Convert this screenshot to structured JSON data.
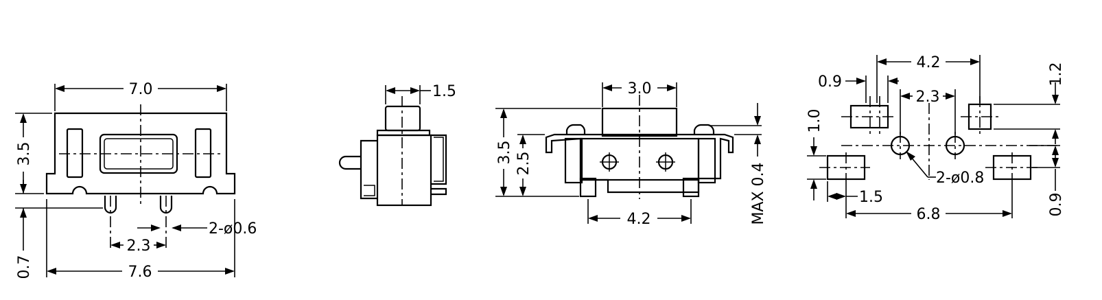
{
  "colors": {
    "stroke": "#000000",
    "background": "#ffffff"
  },
  "front_view": {
    "width": "7.0",
    "height": "3.5",
    "lead_offset": "0.7",
    "base_width": "7.6",
    "pitch": "2.3",
    "pin_note": "2-ø0.6"
  },
  "side_view": {
    "actuator": "1.5"
  },
  "top_view": {
    "actuator_width": "3.0",
    "height": "3.5",
    "body_height": "2.5",
    "max_label": "MAX 0.4",
    "pitch": "4.2"
  },
  "footprint": {
    "pad_width": "0.9",
    "outer_pitch": "4.2",
    "hole_pitch": "2.3",
    "pad_height_right": "1.2",
    "pad_height_left": "1.0",
    "hole_note": "2-ø0.8",
    "pad_offset": "1.5",
    "span": "6.8",
    "pad_height_bottom": "0.9"
  }
}
